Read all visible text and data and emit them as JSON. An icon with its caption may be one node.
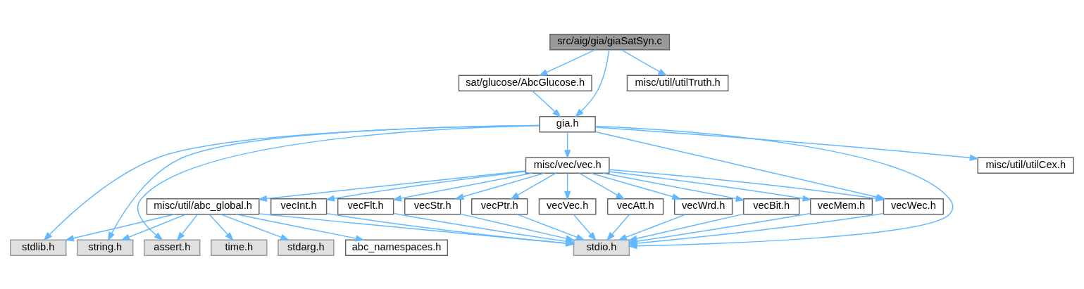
{
  "diagram": {
    "nodes": [
      {
        "text": [
          "src/aig/gia/giaSatSyn.c"
        ]
      },
      {
        "text": [
          "sat/glucose/AbcGlucose.h"
        ]
      },
      {
        "text": [
          "misc/util/utilTruth.h"
        ]
      },
      {
        "text": [
          "gia.h"
        ]
      },
      {
        "text": [
          "misc/vec/vec.h"
        ]
      },
      {
        "text": [
          "misc/util/utilCex.h"
        ]
      },
      {
        "text": [
          "misc/util/abc_global.h"
        ]
      },
      {
        "text": [
          "vecAtt.h"
        ]
      },
      {
        "text": [
          "vecWrd.h"
        ]
      },
      {
        "text": [
          "vecBit.h"
        ]
      },
      {
        "text": [
          "vecMem.h"
        ]
      },
      {
        "text": [
          "vecInt.h"
        ]
      },
      {
        "text": [
          "vecFlt.h"
        ]
      },
      {
        "text": [
          "vecStr.h"
        ]
      },
      {
        "text": [
          "vecPtr.h"
        ]
      },
      {
        "text": [
          "vecVec.h"
        ]
      },
      {
        "text": [
          "vecWec.h"
        ]
      },
      {
        "text": [
          "stdlib.h"
        ]
      },
      {
        "text": [
          "string.h"
        ]
      },
      {
        "text": [
          "assert.h"
        ]
      },
      {
        "text": [
          "time.h"
        ]
      },
      {
        "text": [
          "stdarg.h"
        ]
      },
      {
        "text": [
          "abc_namespaces.h"
        ]
      },
      {
        "text": [
          "stdio.h"
        ]
      }
    ],
    "edges": [
      {
        "from": 0,
        "to": 1,
        "arrow": "to"
      },
      {
        "from": 0,
        "to": 2,
        "arrow": "to"
      },
      {
        "from": 0,
        "to": 3,
        "arrow": "to"
      },
      {
        "from": 1,
        "to": 3,
        "arrow": "to"
      },
      {
        "from": 3,
        "to": 17,
        "arrow": "to"
      },
      {
        "from": 3,
        "to": 18,
        "arrow": "to"
      },
      {
        "from": 3,
        "to": 19,
        "arrow": "to"
      },
      {
        "from": 3,
        "to": 4,
        "arrow": "to"
      },
      {
        "from": 3,
        "to": 16,
        "arrow": "to"
      },
      {
        "from": 3,
        "to": 23,
        "arrow": "to"
      },
      {
        "from": 3,
        "to": 5,
        "arrow": "to"
      },
      {
        "from": 4,
        "to": 6,
        "arrow": "to"
      },
      {
        "from": 4,
        "to": 7,
        "arrow": "to"
      },
      {
        "from": 4,
        "to": 8,
        "arrow": "to"
      },
      {
        "from": 4,
        "to": 9,
        "arrow": "to"
      },
      {
        "from": 4,
        "to": 10,
        "arrow": "to"
      },
      {
        "from": 4,
        "to": 11,
        "arrow": "to"
      },
      {
        "from": 4,
        "to": 12,
        "arrow": "to"
      },
      {
        "from": 4,
        "to": 13,
        "arrow": "to"
      },
      {
        "from": 4,
        "to": 14,
        "arrow": "to"
      },
      {
        "from": 4,
        "to": 15,
        "arrow": "to"
      },
      {
        "from": 4,
        "to": 16,
        "arrow": "to"
      },
      {
        "from": 6,
        "to": 17,
        "arrow": "to"
      },
      {
        "from": 6,
        "to": 18,
        "arrow": "to"
      },
      {
        "from": 6,
        "to": 19,
        "arrow": "to"
      },
      {
        "from": 6,
        "to": 20,
        "arrow": "to"
      },
      {
        "from": 6,
        "to": 21,
        "arrow": "to"
      },
      {
        "from": 6,
        "to": 22,
        "arrow": "to"
      },
      {
        "from": 6,
        "to": 23,
        "arrow": "to"
      },
      {
        "from": 7,
        "to": 23,
        "arrow": "to"
      },
      {
        "from": 8,
        "to": 23,
        "arrow": "to"
      },
      {
        "from": 9,
        "to": 23,
        "arrow": "to"
      },
      {
        "from": 10,
        "to": 23,
        "arrow": "to"
      },
      {
        "from": 11,
        "to": 23,
        "arrow": "to"
      },
      {
        "from": 12,
        "to": 23,
        "arrow": "to"
      },
      {
        "from": 13,
        "to": 23,
        "arrow": "to"
      },
      {
        "from": 14,
        "to": 23,
        "arrow": "to"
      },
      {
        "from": 15,
        "to": 23,
        "arrow": "to"
      },
      {
        "from": 16,
        "to": 23,
        "arrow": "to"
      }
    ]
  }
}
